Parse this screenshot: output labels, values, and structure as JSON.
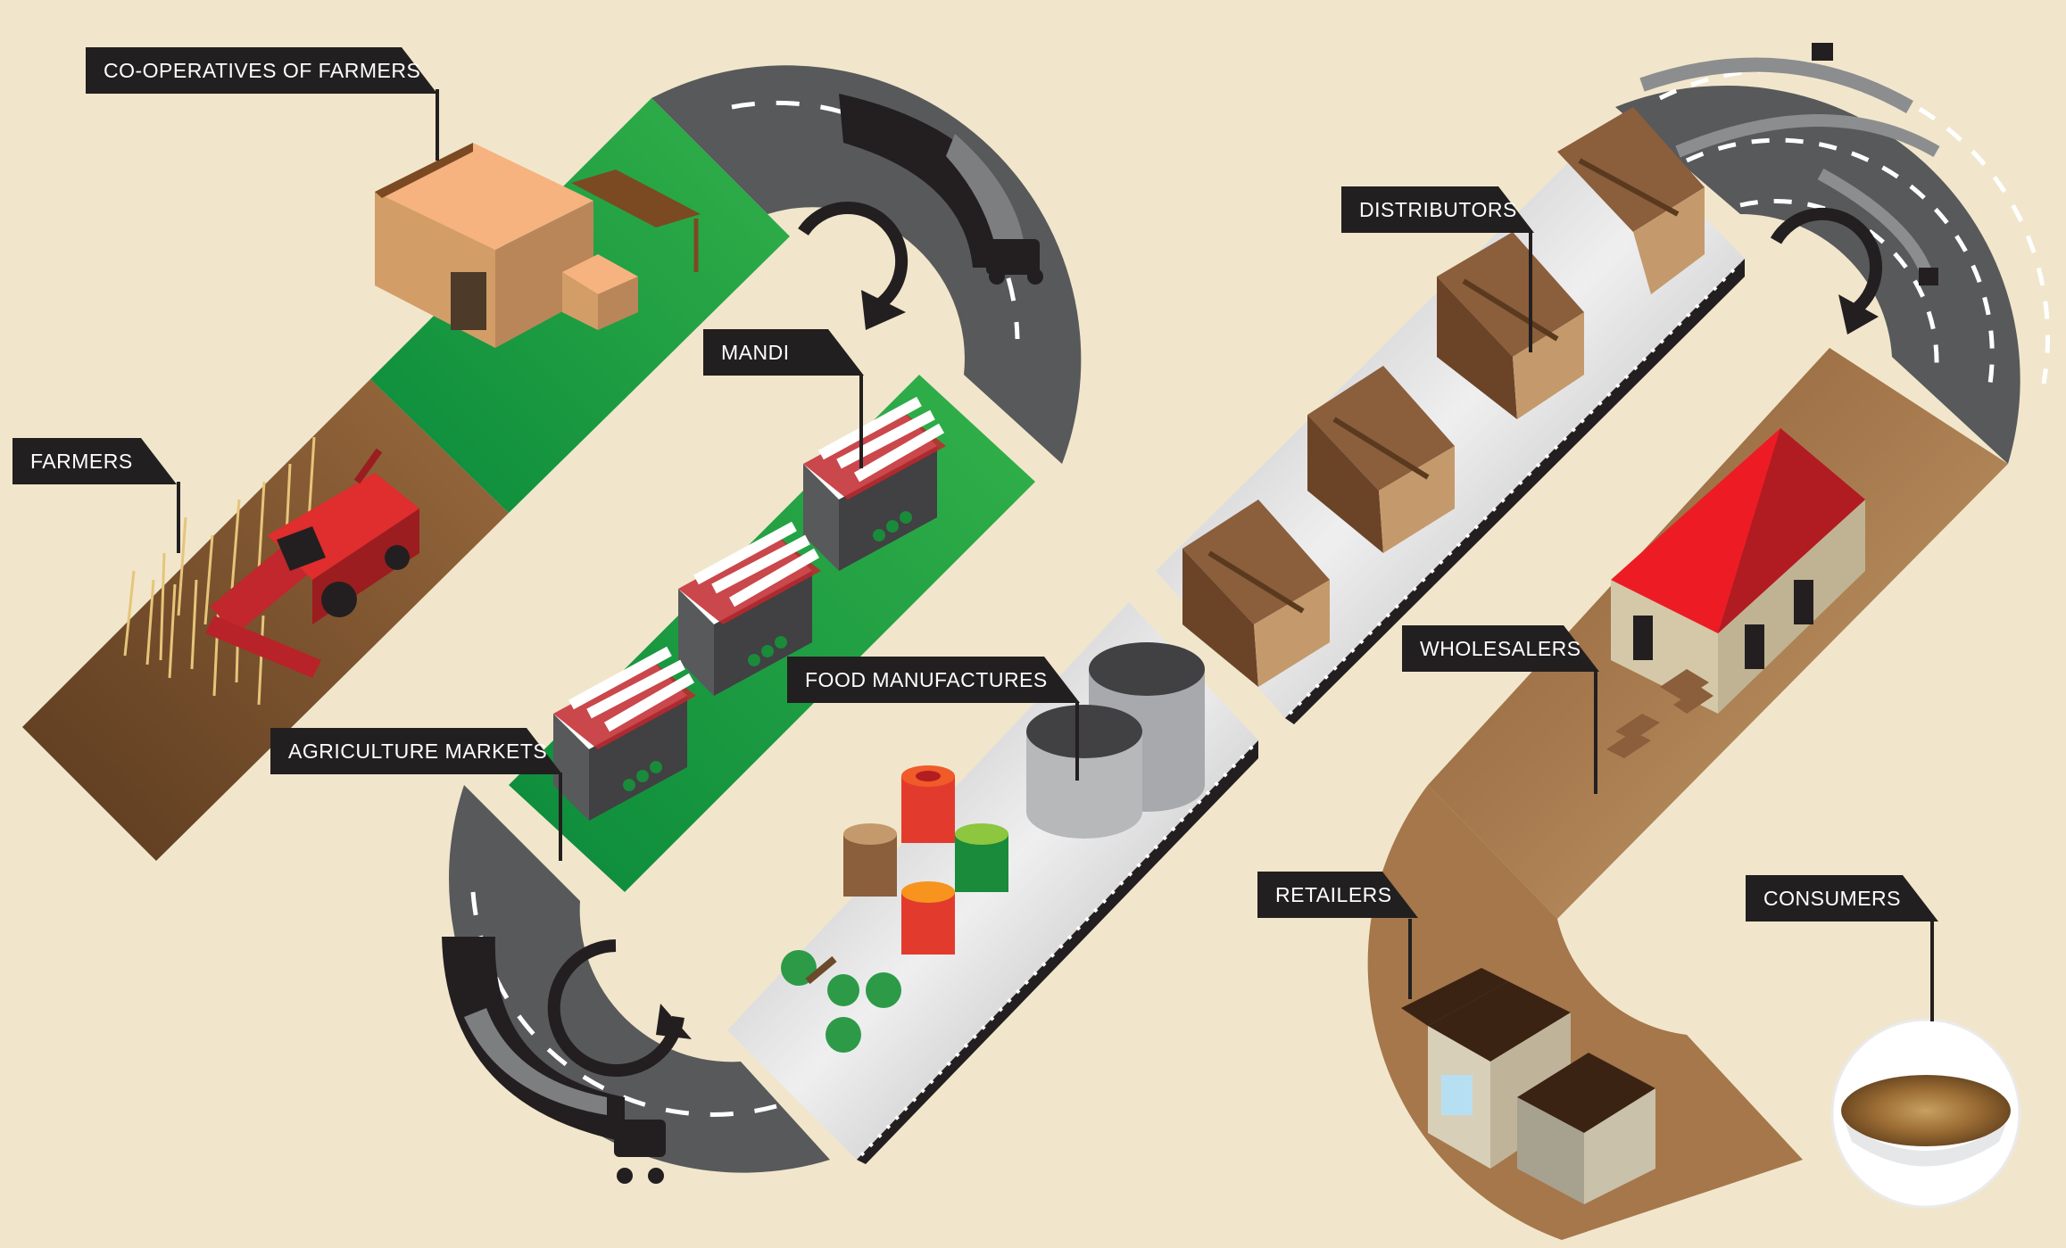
{
  "stages": {
    "cooperatives": "CO-OPERATIVES OF FARMERS",
    "farmers": "FARMERS",
    "mandi": "MANDI",
    "agriculture_markets": "AGRICULTURE MARKETS",
    "food_manufactures": "FOOD MANUFACTURES",
    "distributors": "DISTRIBUTORS",
    "wholesalers": "WHOLESALERS",
    "retailers": "RETAILERS",
    "consumers": "CONSUMERS"
  },
  "colors": {
    "background": "#f1e6cb",
    "road": "#58595b",
    "field_green": "#0f9a43",
    "soil_brown": "#7a5330",
    "conveyor": "#c9c9cb",
    "label_bg": "#221f20",
    "barn_red": "#e31e25"
  }
}
